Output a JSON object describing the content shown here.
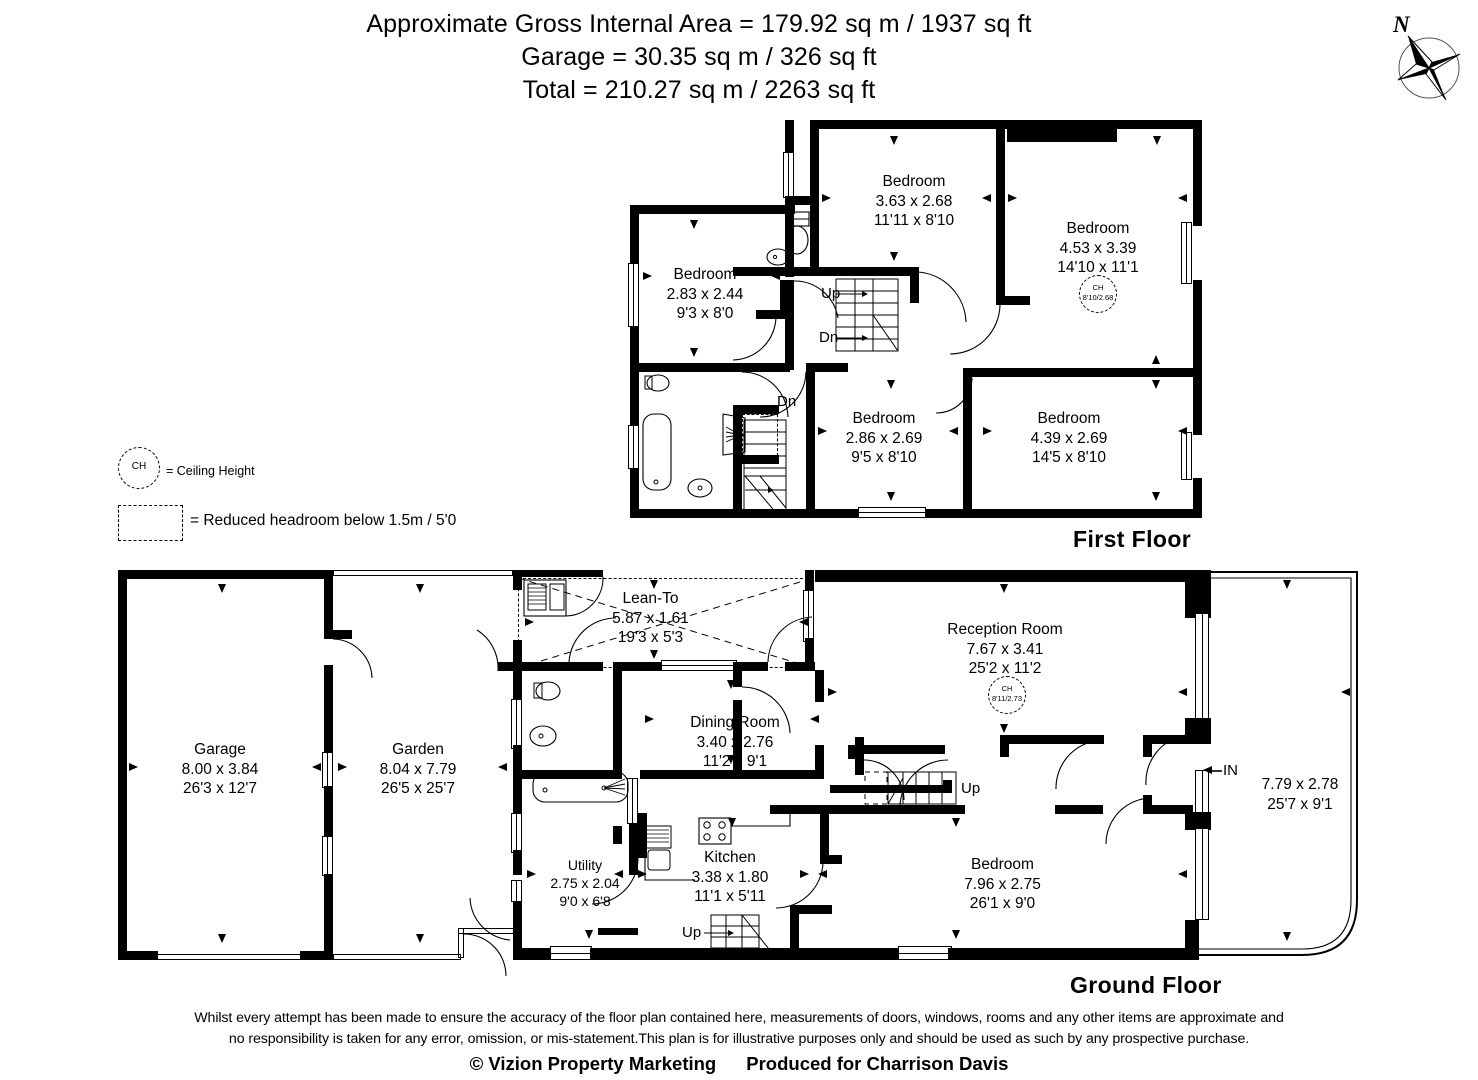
{
  "header": {
    "line1": "Approximate Gross Internal Area = 179.92 sq m / 1937 sq ft",
    "line2": "Garage = 30.35 sq m / 326 sq ft",
    "line3": "Total = 210.27 sq m / 2263 sq ft"
  },
  "compass": {
    "label": "N"
  },
  "legend": {
    "ch_symbol": "CH",
    "ch_text": "= Ceiling Height",
    "headroom_text": "= Reduced headroom below 1.5m / 5'0"
  },
  "floors": [
    {
      "id": "first",
      "name": "First Floor"
    },
    {
      "id": "ground",
      "name": "Ground Floor"
    }
  ],
  "first_floor": {
    "name": "First Floor",
    "rooms": [
      {
        "name": "Bedroom",
        "metric": "3.63 x 2.68",
        "imperial": "11'11 x 8'10"
      },
      {
        "name": "Bedroom",
        "metric": "4.53 x 3.39",
        "imperial": "14'10 x 11'1"
      },
      {
        "name": "Bedroom",
        "metric": "2.83 x 2.44",
        "imperial": "9'3 x 8'0"
      },
      {
        "name": "Bedroom",
        "metric": "2.86 x 2.69",
        "imperial": "9'5 x 8'10"
      },
      {
        "name": "Bedroom",
        "metric": "4.39 x 2.69",
        "imperial": "14'5 x 8'10"
      }
    ],
    "ceiling_height": {
      "label": "CH",
      "value": "8'10/2.68"
    },
    "stairs": [
      {
        "label": "Up"
      },
      {
        "label": "Dn"
      },
      {
        "label": "Dn"
      }
    ]
  },
  "ground_floor": {
    "name": "Ground Floor",
    "rooms": [
      {
        "name": "Garage",
        "metric": "8.00 x 3.84",
        "imperial": "26'3 x 12'7"
      },
      {
        "name": "Garden",
        "metric": "8.04 x 7.79",
        "imperial": "26'5 x 25'7"
      },
      {
        "name": "Lean-To",
        "metric": "5.87 x 1.61",
        "imperial": "19'3 x 5'3"
      },
      {
        "name": "Dining Room",
        "metric": "3.40 x 2.76",
        "imperial": "11'2 x 9'1"
      },
      {
        "name": "Reception Room",
        "metric": "7.67 x 3.41",
        "imperial": "25'2 x 11'2"
      },
      {
        "name": "Kitchen",
        "metric": "3.38 x 1.80",
        "imperial": "11'1 x 5'11"
      },
      {
        "name": "Utility",
        "metric": "2.75 x 2.04",
        "imperial": "9'0 x 6'8"
      },
      {
        "name": "Bedroom",
        "metric": "7.96 x 2.75",
        "imperial": "26'1 x 9'0"
      },
      {
        "name": "",
        "metric": "7.79 x 2.78",
        "imperial": "25'7 x 9'1"
      }
    ],
    "ceiling_height": {
      "label": "CH",
      "value": "8'11/2.73"
    },
    "entrance_label": "IN",
    "stairs": [
      {
        "label": "Up"
      },
      {
        "label": "Up"
      }
    ]
  },
  "footer": {
    "disclaimer_line1": "Whilst every attempt has been made to ensure the accuracy of the floor plan contained here, measurements of doors, windows, rooms and any other items are approximate and",
    "disclaimer_line2": "no responsibility is taken for any error, omission, or mis-statement.This plan is for illustrative purposes only and should be used as such by any prospective purchase.",
    "copyright": "© Vizion Property Marketing",
    "produced_for": "Produced for Charrison Davis"
  }
}
